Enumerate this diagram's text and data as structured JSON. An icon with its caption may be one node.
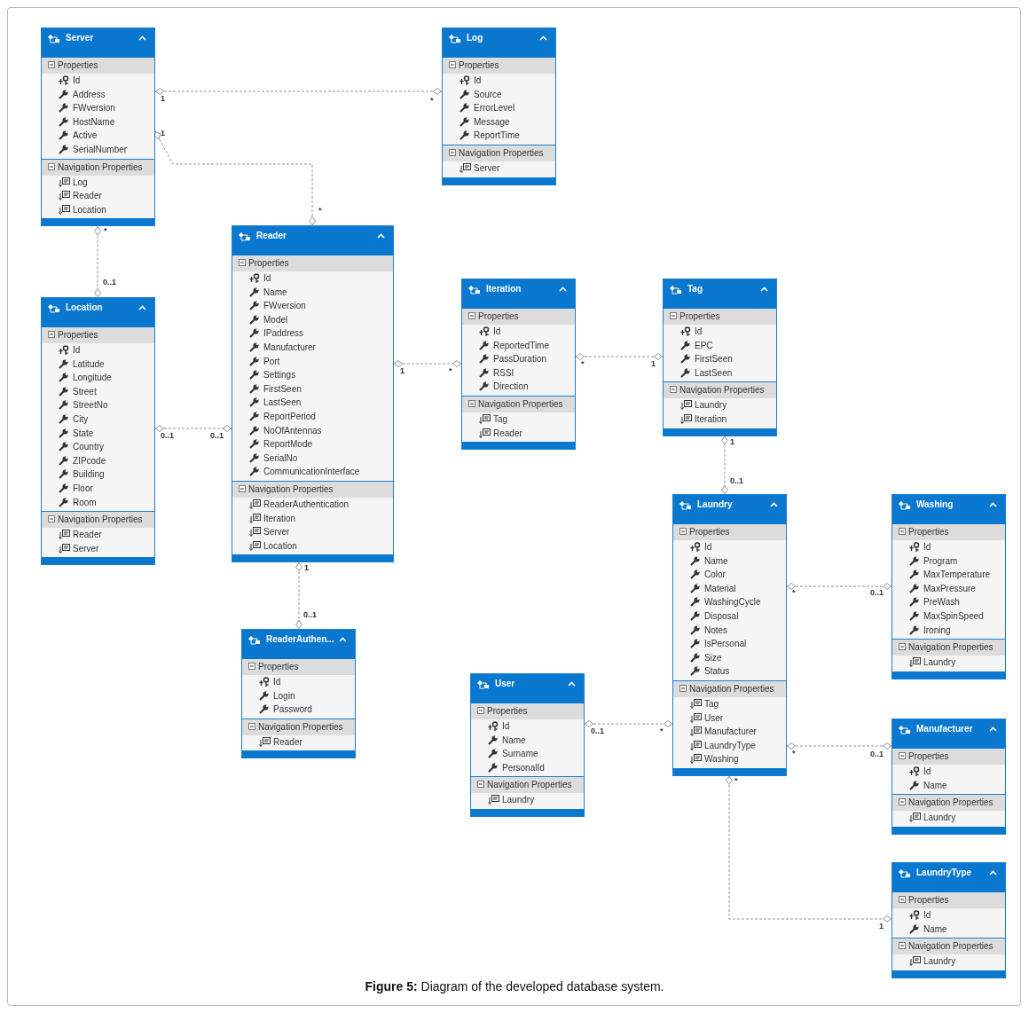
{
  "diagram": {
    "caption": "**Figure 5:** Diagram of the developed database system.",
    "nodes": [
      {
        "text": [
          "Server"
        ]
      },
      {
        "text": [
          "Properties",
          "Id",
          "Address",
          "FWversion",
          "HostName",
          "Active",
          "SerialNumber"
        ],
        "in": 0
      },
      {
        "text": [
          "Navigation Properties",
          "Log",
          "Reader",
          "Location"
        ],
        "in": 0
      },
      {
        "text": [
          "Log"
        ]
      },
      {
        "text": [
          "Properties",
          "Id",
          "Source",
          "ErrorLevel",
          "Message",
          "ReportTime"
        ],
        "in": 3
      },
      {
        "text": [
          "Navigation Properties",
          "Server"
        ],
        "in": 3
      },
      {
        "text": [
          "Reader"
        ]
      },
      {
        "text": [
          "Properties",
          "Id",
          "Name",
          "FWversion",
          "Model",
          "IPaddress",
          "Manufacturer",
          "Port",
          "Settings",
          "FirstSeen",
          "LastSeen",
          "ReportPeriod",
          "NoOfAntennas",
          "ReportMode",
          "SerialNo",
          "CommunicationInterface"
        ],
        "in": 6
      },
      {
        "text": [
          "Navigation Properties",
          "ReaderAuthentication",
          "Iteration",
          "Server",
          "Location"
        ],
        "in": 6
      },
      {
        "text": [
          "Iteration"
        ]
      },
      {
        "text": [
          "Properties",
          "Id",
          "ReportedTime",
          "PassDuration",
          "RSSI",
          "Direction"
        ],
        "in": 9
      },
      {
        "text": [
          "Navigation Properties",
          "Tag",
          "Reader"
        ],
        "in": 9
      },
      {
        "text": [
          "Tag"
        ]
      },
      {
        "text": [
          "Properties",
          "Id",
          "EPC",
          "FirstSeen",
          "LastSeen"
        ],
        "in": 12
      },
      {
        "text": [
          "Navigation Properties",
          "Laundry",
          "Iteration"
        ],
        "in": 12
      },
      {
        "text": [
          "Location"
        ]
      },
      {
        "text": [
          "Properties",
          "Id",
          "Latitude",
          "Longitude",
          "Street",
          "StreetNo",
          "City",
          "State",
          "Country",
          "ZIPcode",
          "Building",
          "Floor",
          "Room"
        ],
        "in": 15
      },
      {
        "text": [
          "Navigation Properties",
          "Reader",
          "Server"
        ],
        "in": 15
      },
      {
        "text": [
          "Laundry"
        ]
      },
      {
        "text": [
          "Properties",
          "Id",
          "Name",
          "Color",
          "Material",
          "WashingCycle",
          "Disposal",
          "Notes",
          "IsPersonal",
          "Size",
          "Status"
        ],
        "in": 18
      },
      {
        "text": [
          "Navigation Properties",
          "Tag",
          "User",
          "Manufacturer",
          "LaundryType",
          "Washing"
        ],
        "in": 18
      },
      {
        "text": [
          "Washing"
        ]
      },
      {
        "text": [
          "Properties",
          "Id",
          "Program",
          "MaxTemperature",
          "MaxPressure",
          "PreWash",
          "MaxSpinSpeed",
          "Ironing"
        ],
        "in": 21
      },
      {
        "text": [
          "Navigation Properties",
          "Laundry"
        ],
        "in": 21
      },
      {
        "text": [
          "ReaderAuthen..."
        ]
      },
      {
        "text": [
          "Properties",
          "Id",
          "Login",
          "Password"
        ],
        "in": 24
      },
      {
        "text": [
          "Navigation Properties",
          "Reader"
        ],
        "in": 24
      },
      {
        "text": [
          "User"
        ]
      },
      {
        "text": [
          "Properties",
          "Id",
          "Name",
          "Surname",
          "PersonalId"
        ],
        "in": 27
      },
      {
        "text": [
          "Navigation Properties",
          "Laundry"
        ],
        "in": 27
      },
      {
        "text": [
          "Manufacturer"
        ]
      },
      {
        "text": [
          "Properties",
          "Id",
          "Name"
        ],
        "in": 30
      },
      {
        "text": [
          "Navigation Properties",
          "Laundry"
        ],
        "in": 30
      },
      {
        "text": [
          "LaundryType"
        ]
      },
      {
        "text": [
          "Properties",
          "Id",
          "Name"
        ],
        "in": 33
      },
      {
        "text": [
          "Navigation Properties",
          "Laundry"
        ],
        "in": 33
      }
    ],
    "edges": [
      {
        "from": 0,
        "to": 3,
        "arrow": "other",
        "style": "dashed"
      },
      {
        "from": 0,
        "to": 6,
        "arrow": "other",
        "style": "dashed"
      },
      {
        "from": 0,
        "to": 15,
        "arrow": "other",
        "style": "dashed"
      },
      {
        "from": 15,
        "to": 6,
        "arrow": "other",
        "style": "dashed"
      },
      {
        "from": 6,
        "to": 9,
        "arrow": "other",
        "style": "dashed"
      },
      {
        "from": 9,
        "to": 12,
        "arrow": "other",
        "style": "dashed"
      },
      {
        "from": 12,
        "to": 18,
        "arrow": "other",
        "style": "dashed"
      },
      {
        "from": 6,
        "to": 24,
        "arrow": "other",
        "style": "dashed"
      },
      {
        "from": 18,
        "to": 21,
        "arrow": "other",
        "style": "dashed"
      },
      {
        "from": 27,
        "to": 18,
        "arrow": "other",
        "style": "dashed"
      },
      {
        "from": 18,
        "to": 30,
        "arrow": "other",
        "style": "dashed"
      },
      {
        "from": 18,
        "to": 33,
        "arrow": "other",
        "style": "dashed"
      }
    ],
    "labels": [
      "1",
      "*",
      "1",
      "*",
      "*",
      "0..1",
      "1",
      "*",
      "*",
      "1",
      "0..1",
      "0..1",
      "1",
      "0..1",
      "*",
      "0..1",
      "1",
      "0..1",
      "0..1",
      "*",
      "*",
      "0..1",
      "*",
      "1"
    ]
  }
}
